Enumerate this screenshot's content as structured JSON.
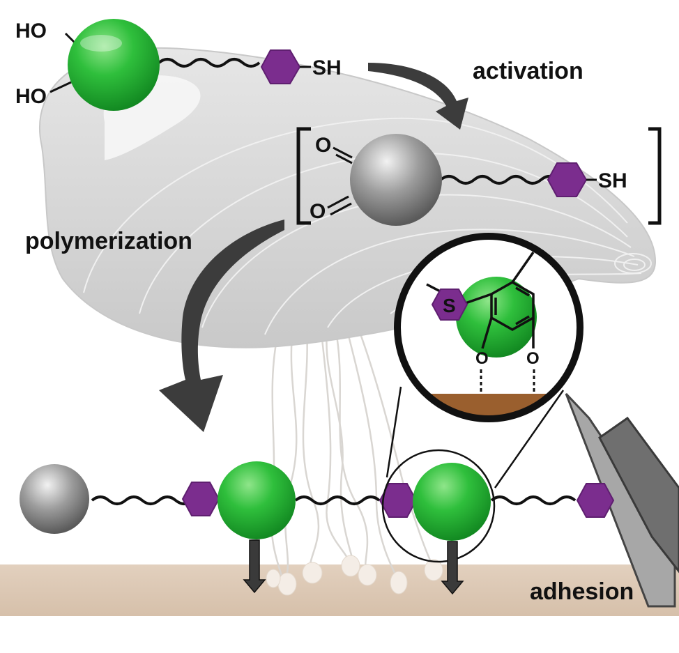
{
  "labels": {
    "activation": "activation",
    "polymerization": "polymerization",
    "adhesion": "adhesion"
  },
  "monomer": {
    "hydroxyl_top": "HO",
    "hydroxyl_bottom": "HO",
    "thiol": "SH"
  },
  "activated": {
    "carbonyl_top": "O",
    "carbonyl_bottom": "O",
    "thiol": "SH"
  },
  "magnifier": {
    "sulfur": "S",
    "oxygen_left": "O",
    "oxygen_right": "O"
  },
  "colors": {
    "catechol_green": "#2bb43a",
    "quinone_gray": "#8a8a8a",
    "linker_purple": "#7b2d8e",
    "substrate_tan": "#dcc8b4",
    "surface_brown": "#9a5f2e",
    "shell_gray": "#d4d4d4"
  }
}
